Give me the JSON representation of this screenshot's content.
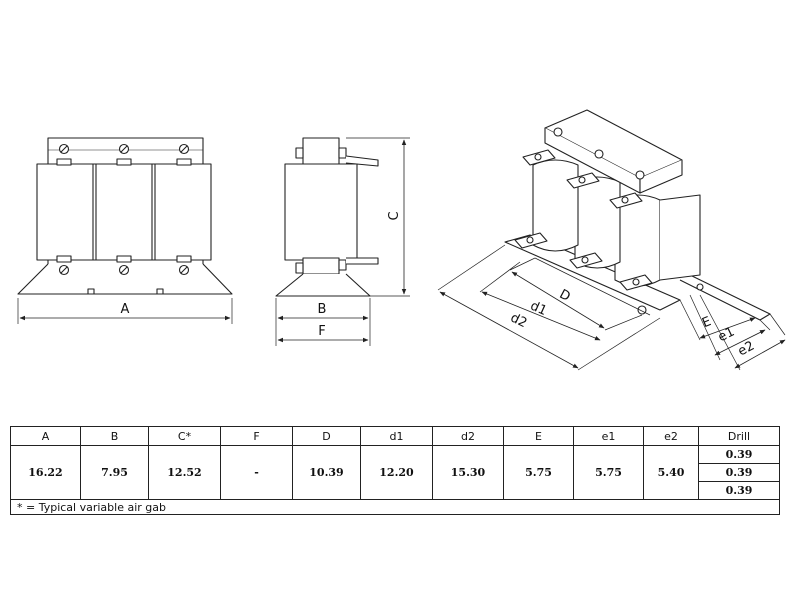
{
  "dimension_labels": {
    "A": "A",
    "B": "B",
    "C": "C",
    "F": "F",
    "D": "D",
    "d1": "d1",
    "d2": "d2",
    "E": "E",
    "e1": "e1",
    "e2": "e2"
  },
  "table": {
    "headers": [
      "A",
      "B",
      "C*",
      "F",
      "D",
      "d1",
      "d2",
      "E",
      "e1",
      "e2",
      "Drill"
    ],
    "values": [
      "16.22",
      "7.95",
      "12.52",
      "-",
      "10.39",
      "12.20",
      "15.30",
      "5.75",
      "5.75",
      "5.40"
    ],
    "drill": [
      "0.39",
      "0.39",
      "0.39"
    ],
    "footnote": "* = Typical variable air gab"
  }
}
